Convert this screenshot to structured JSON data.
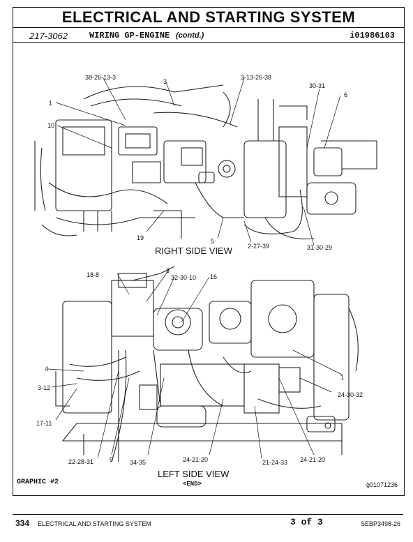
{
  "header": {
    "title": "ELECTRICAL AND STARTING SYSTEM",
    "doc_id": "217-3062",
    "doc_title": "WIRING GP-ENGINE",
    "doc_contd": "(contd.)",
    "doc_ref": "i01986103"
  },
  "right_view": {
    "label": "RIGHT SIDE VIEW",
    "callouts": [
      "38-26-13-3",
      "3",
      "3-13-26-38",
      "30-31",
      "6",
      "1",
      "10",
      "19",
      "5",
      "2-27-39",
      "31-30-29"
    ]
  },
  "left_view": {
    "label": "LEFT SIDE VIEW",
    "callouts": [
      "18-8",
      "3",
      "32-30-10",
      "16",
      "4",
      "3-12",
      "17-11",
      "1",
      "24-30-32",
      "22-28-31",
      "9",
      "34-35",
      "24-21-20",
      "21-24-33",
      "24-21-20"
    ]
  },
  "graphic_label": "GRAPHIC #2",
  "end_marker": "<END>",
  "graphic_code": "g01071236",
  "footer": {
    "page_number": "334",
    "section": "ELECTRICAL AND STARTING SYSTEM",
    "page_of": "3 of 3",
    "publication": "SEBP3498-26"
  }
}
